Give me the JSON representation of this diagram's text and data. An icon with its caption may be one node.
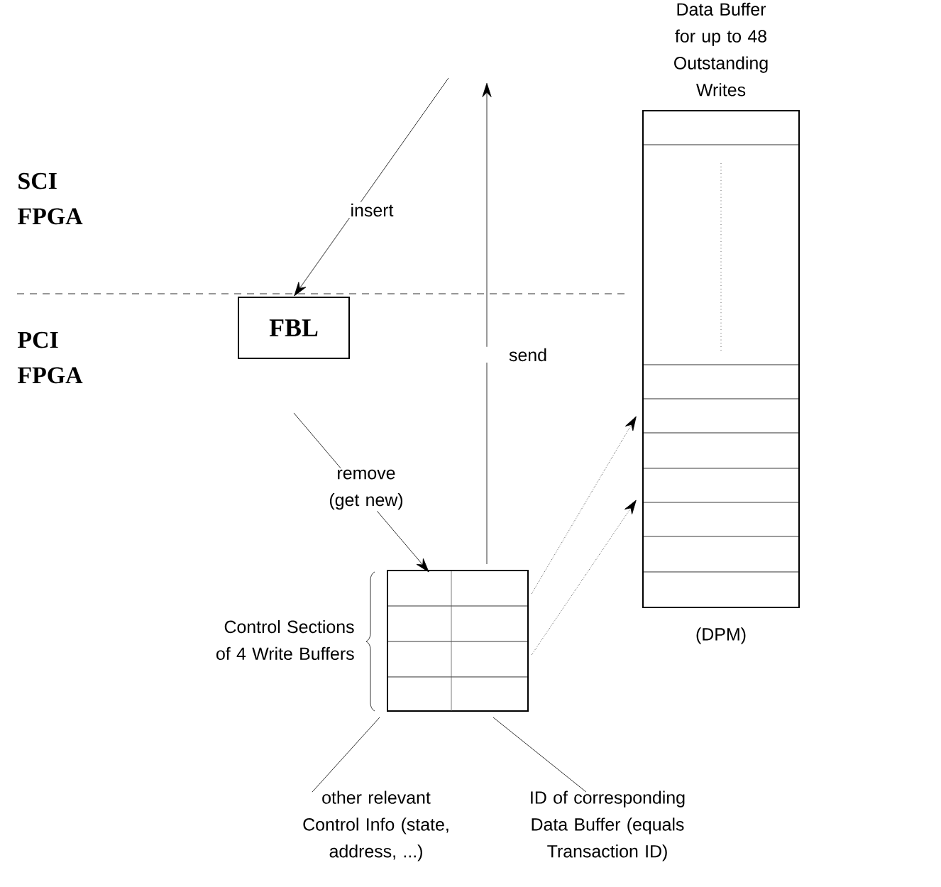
{
  "diagram": {
    "nodes": [
      {
        "text": [
          "FBL"
        ]
      },
      {
        "text": [],
        "shape": "box",
        "beside": [
          "Control Sections of 4 Write Buffers"
        ]
      },
      {
        "text": [
          "Data Buffer for up to 48 Outstanding Writes"
        ],
        "beside": [
          "(DPM)"
        ]
      },
      {
        "text": [
          "other relevant Control Info (state, address, ...)"
        ]
      },
      {
        "text": [
          "ID of corresponding Data Buffer (equals Transaction ID)"
        ]
      }
    ],
    "edges": [
      {
        "from": null,
        "to": 0,
        "arrow": "to",
        "label": "insert"
      },
      {
        "from": 0,
        "to": 1,
        "arrow": "to",
        "label": "remove (get new)"
      },
      {
        "from": 1,
        "to": null,
        "arrow": "to",
        "label": "send"
      },
      {
        "from": 1,
        "to": 2,
        "arrow": "to",
        "style": "dashed"
      },
      {
        "from": 1,
        "to": 2,
        "arrow": "to",
        "style": "dashed"
      },
      {
        "from": 3,
        "to": 1,
        "arrow": "none"
      },
      {
        "from": 4,
        "to": 1,
        "arrow": "none"
      }
    ],
    "labels": [
      "SCI FPGA",
      "PCI FPGA"
    ]
  }
}
